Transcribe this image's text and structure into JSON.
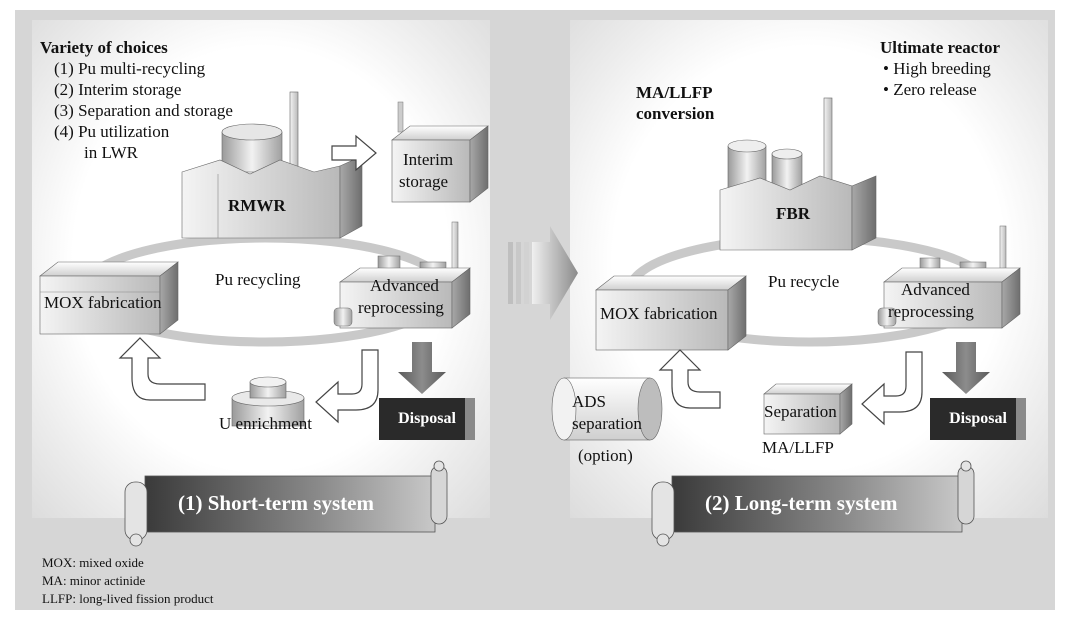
{
  "left": {
    "heading": "Variety of choices",
    "choices": [
      "(1) Pu multi-recycling",
      "(2) Interim storage",
      "(3) Separation and storage",
      "(4) Pu utilization",
      "in LWR"
    ],
    "reactor": "RMWR",
    "interim": [
      "Interim",
      "storage"
    ],
    "cycle_label": "Pu recycling",
    "mox": "MOX fabrication",
    "reprocessing": [
      "Advanced",
      "reprocessing"
    ],
    "enrichment": "U enrichment",
    "disposal": "Disposal",
    "banner": "(1) Short-term system"
  },
  "right": {
    "heading": "Ultimate reactor",
    "bullets": [
      "• High breeding",
      "• Zero release"
    ],
    "conversion": [
      "MA/LLFP",
      "conversion"
    ],
    "reactor": "FBR",
    "cycle_label": "Pu recycle",
    "mox": "MOX fabrication",
    "reprocessing": [
      "Advanced",
      "reprocessing"
    ],
    "ads": [
      "ADS",
      "separation",
      "(option)"
    ],
    "separation": "Separation",
    "malfp": "MA/LLFP",
    "disposal": "Disposal",
    "banner": "(2) Long-term system"
  },
  "legend": [
    "MOX: mixed oxide",
    "MA: minor actinide",
    "LLFP: long-lived fission product"
  ]
}
